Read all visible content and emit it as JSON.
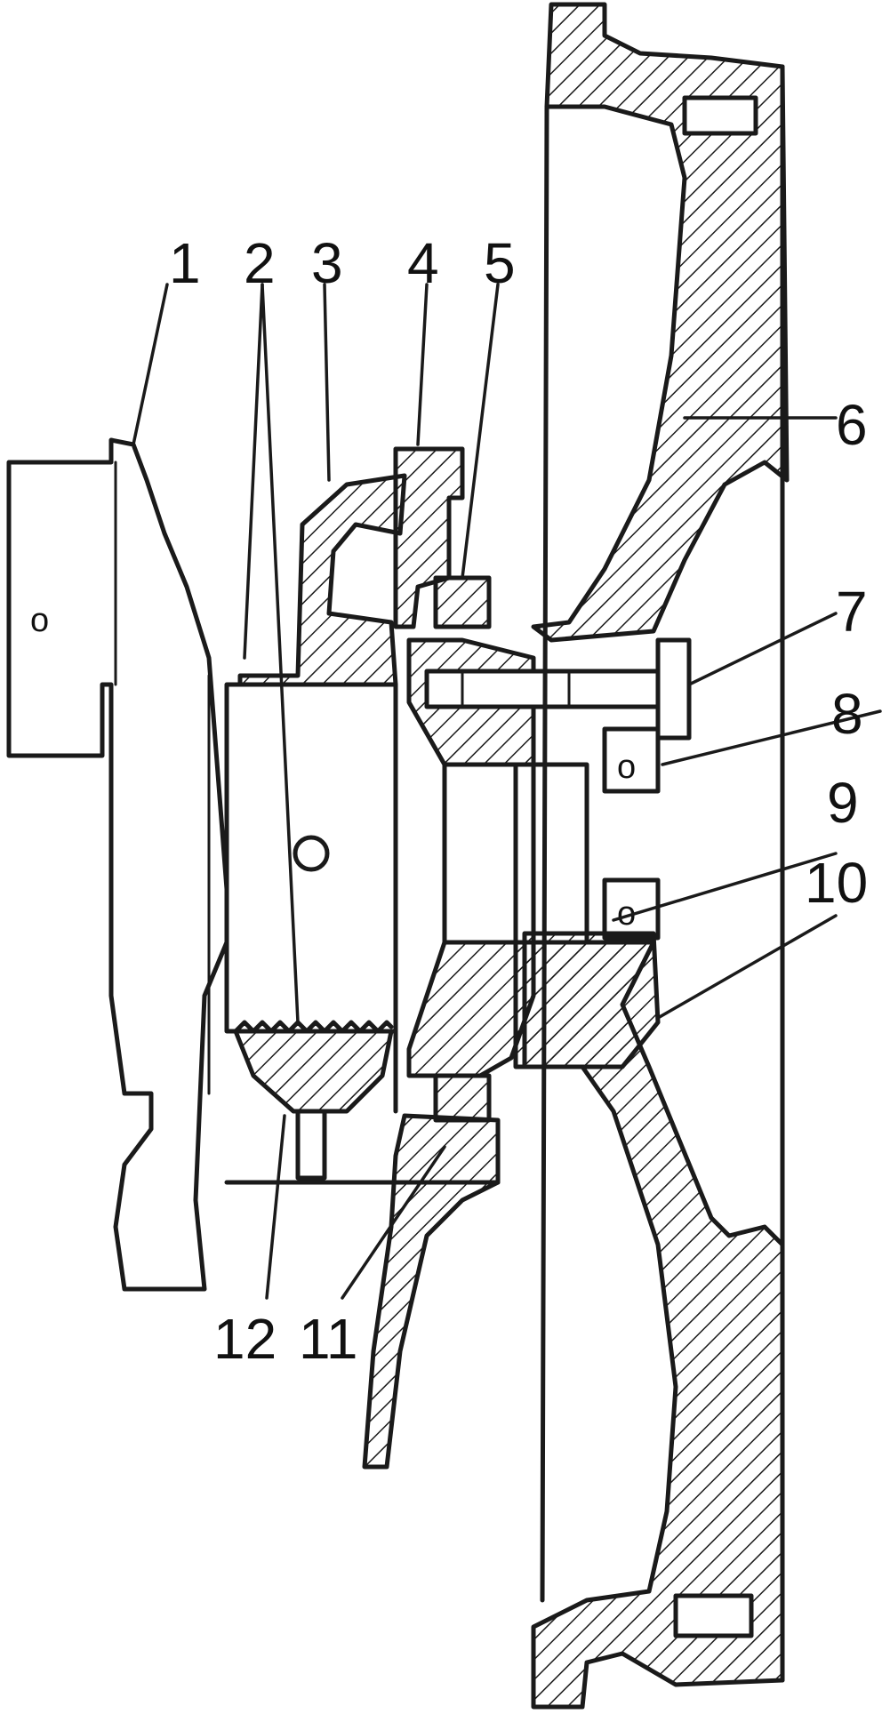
{
  "labels": [
    {
      "id": "1",
      "text": "1"
    },
    {
      "id": "2",
      "text": "2"
    },
    {
      "id": "3",
      "text": "3"
    },
    {
      "id": "4",
      "text": "4"
    },
    {
      "id": "5",
      "text": "5"
    },
    {
      "id": "6",
      "text": "6"
    },
    {
      "id": "7",
      "text": "7"
    },
    {
      "id": "8",
      "text": "8"
    },
    {
      "id": "9",
      "text": "9"
    },
    {
      "id": "10",
      "text": "10"
    },
    {
      "id": "11",
      "text": "11"
    },
    {
      "id": "12",
      "text": "12"
    }
  ],
  "colors": {
    "ink": "#1a1a1a",
    "paper": "#ffffff"
  }
}
